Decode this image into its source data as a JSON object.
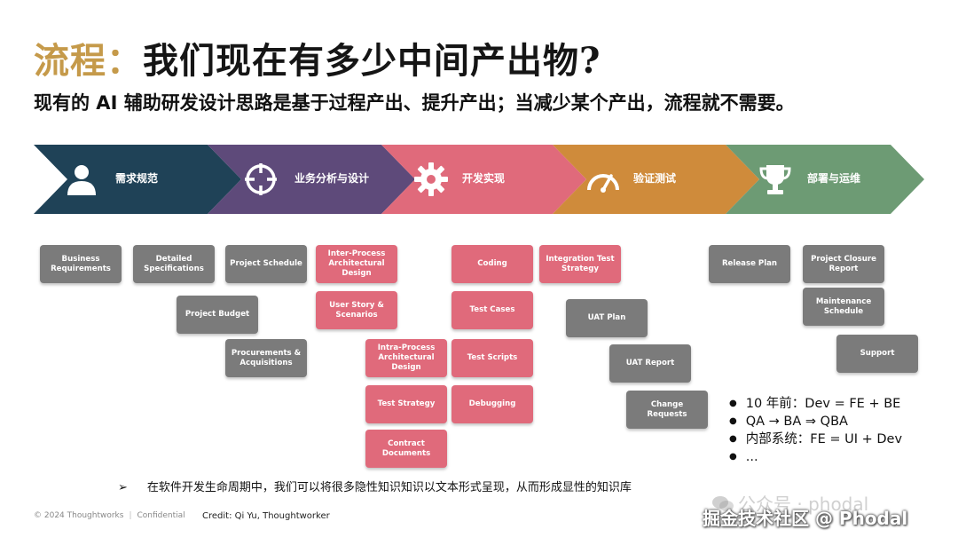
{
  "title": {
    "accent": "流程：",
    "rest": "我们现在有多少中间产出物?"
  },
  "subtitle": "现有的 AI 辅助研发设计思路是基于过程产出、提升产出；当减少某个产出，流程就不需要。",
  "colors": {
    "stage1": "#1f4257",
    "stage2": "#5e4a7a",
    "stage3": "#e06a7b",
    "stage4": "#cf8b3b",
    "stage5": "#6d9b74",
    "gray_box": "#7b7b7b",
    "pink_box": "#e06a7b",
    "title_accent": "#c59a4a"
  },
  "stages": [
    {
      "label": "需求规范",
      "icon": "person-icon"
    },
    {
      "label": "业务分析与设计",
      "icon": "crosshair-icon"
    },
    {
      "label": "开发实现",
      "icon": "gear-icon"
    },
    {
      "label": "验证测试",
      "icon": "gauge-icon"
    },
    {
      "label": "部署与运维",
      "icon": "trophy-icon"
    }
  ],
  "boxes": {
    "business_requirements": "Business Requirements",
    "detailed_specifications": "Detailed Specifications",
    "project_schedule": "Project Schedule",
    "project_budget": "Project Budget",
    "procurements": "Procurements & Acquisitions",
    "inter_process": "Inter-Process Architectural Design",
    "user_story": "User Story & Scenarios",
    "intra_process": "Intra-Process Architectural Design",
    "test_strategy": "Test Strategy",
    "contract_documents": "Contract Documents",
    "coding": "Coding",
    "test_cases": "Test Cases",
    "test_scripts": "Test Scripts",
    "debugging": "Debugging",
    "integration_test_strategy": "Integration Test Strategy",
    "uat_plan": "UAT Plan",
    "uat_report": "UAT Report",
    "change_requests": "Change Requests",
    "release_plan": "Release Plan",
    "project_closure_report": "Project Closure Report",
    "maintenance_schedule": "Maintenance Schedule",
    "support": "Support"
  },
  "bullets": [
    "10 年前：Dev = FE + BE",
    "QA → BA ⇒ QBA",
    "内部系统：FE = UI + Dev",
    "..."
  ],
  "note": {
    "arrow": "➢",
    "text": "在软件开发生命周期中，我们可以将很多隐性知识知识以文本形式呈现，从而形成显性的知识库"
  },
  "footer": {
    "copyright": "© 2024 Thoughtworks",
    "confidential": "Confidential",
    "credit": "Credit: Qi Yu, Thoughtworker"
  },
  "watermark": {
    "line1": "公众号 · phodal",
    "line2": "掘金技术社区 @ Phodal"
  }
}
